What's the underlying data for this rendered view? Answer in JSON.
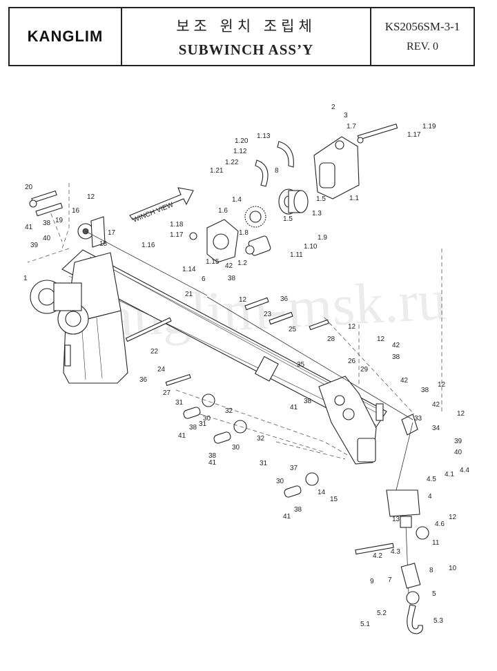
{
  "header": {
    "logo": "KANGLIM",
    "title_ko": "보조 윈치 조립체",
    "title_en": "SUBWINCH ASS’Y",
    "drawing_no": "KS2056SM-3-1",
    "revision": "REV. 0"
  },
  "drawing": {
    "arrow_label": "WINCH VIEW",
    "watermark": "kanglim-msk.ru"
  },
  "part_numbers": [
    "2",
    "3",
    "1.7",
    "1.19",
    "1.17",
    "1.20",
    "1.13",
    "1.12",
    "1.22",
    "1.21",
    "8",
    "1.1",
    "1.5",
    "1.5",
    "1.3",
    "1.4",
    "1.6",
    "1.18",
    "1.17",
    "1.16",
    "1.15",
    "1.14",
    "1.8",
    "1.9",
    "1.10",
    "1.11",
    "1.2",
    "20",
    "12",
    "16",
    "17",
    "41",
    "38",
    "19",
    "18",
    "40",
    "39",
    "1",
    "42",
    "38",
    "6",
    "21",
    "12",
    "36",
    "23",
    "25",
    "12",
    "28",
    "12",
    "42",
    "38",
    "22",
    "26",
    "29",
    "35",
    "24",
    "27",
    "36",
    "31",
    "30",
    "32",
    "41",
    "38",
    "38",
    "42",
    "38",
    "12",
    "12",
    "42",
    "33",
    "41",
    "31",
    "30",
    "32",
    "41",
    "38",
    "34",
    "39",
    "40",
    "31",
    "37",
    "30",
    "14",
    "15",
    "41",
    "38",
    "4.5",
    "4.1",
    "4.4",
    "4",
    "13",
    "12",
    "4.6",
    "4.2",
    "4.3",
    "11",
    "10",
    "8",
    "9",
    "7",
    "5",
    "5.2",
    "5.1",
    "5.3"
  ]
}
